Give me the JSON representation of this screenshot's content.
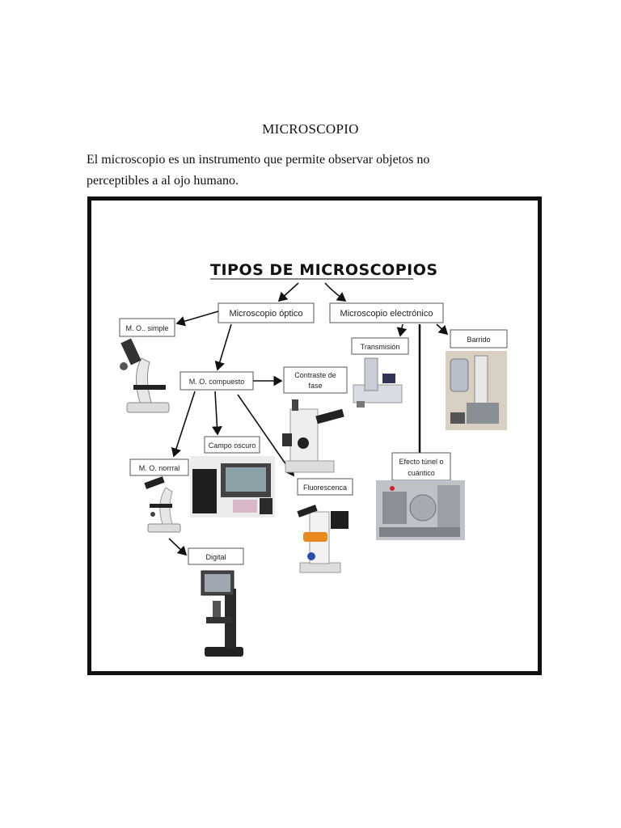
{
  "document": {
    "title": "MICROSCOPIO",
    "body_line1": "El microscopio es un instrumento que permite observar objetos no",
    "body_line2": "perceptibles a al ojo humano."
  },
  "concept_map": {
    "title": "TIPOS DE MICROSCOPIOS",
    "nodes": {
      "optico": "Microscopio óptico",
      "electronico": "Microscopio electrónico",
      "simple": "M. O.. simple",
      "compuesto": "M. O. compuesto",
      "contraste_line1": "Contraste de",
      "contraste_line2": "fase",
      "campo_oscuro": "Campo oscuro",
      "normal": "M. O. norrral",
      "fluorescencia": "Fluorescenca",
      "digital": "Digital",
      "transmision": "Transmisión",
      "barrido": "Barrido",
      "efecto_line1": "Efecto túnel o",
      "efecto_line2": "cuántico"
    }
  }
}
